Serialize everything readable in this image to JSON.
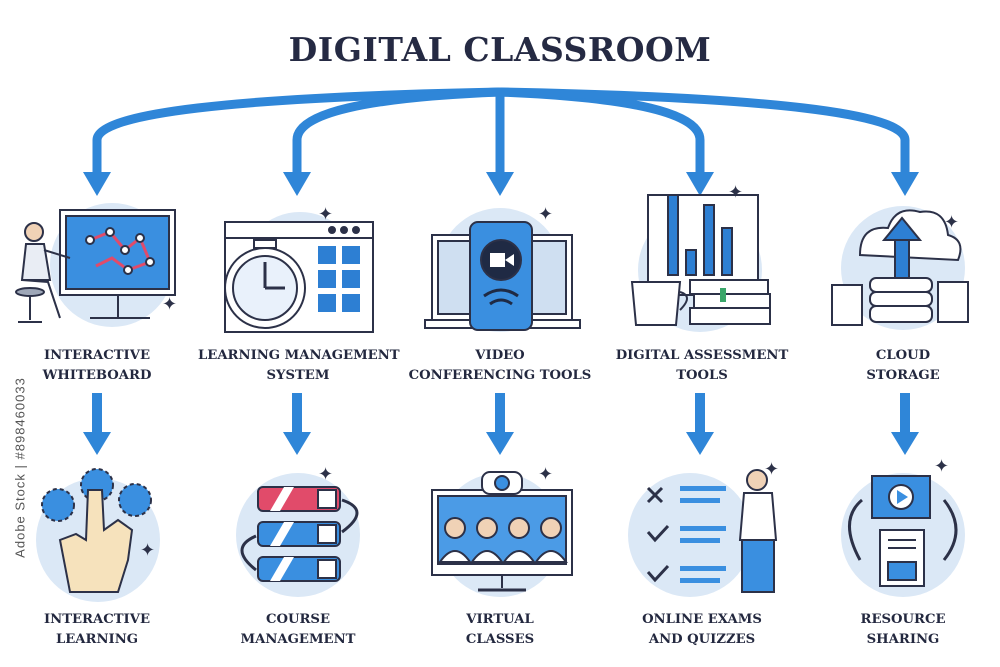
{
  "title": "DIGITAL CLASSROOM",
  "side_text": "Adobe Stock | #898460033",
  "top_items": [
    {
      "line1": "INTERACTIVE",
      "line2": "WHITEBOARD"
    },
    {
      "line1": "LEARNING MANAGEMENT",
      "line2": "SYSTEM"
    },
    {
      "line1": "VIDEO",
      "line2": "CONFERENCING TOOLS"
    },
    {
      "line1": "DIGITAL ASSESSMENT",
      "line2": "TOOLS"
    },
    {
      "line1": "CLOUD",
      "line2": "STORAGE"
    }
  ],
  "bottom_items": [
    {
      "line1": "INTERACTIVE",
      "line2": "LEARNING"
    },
    {
      "line1": "COURSE",
      "line2": "MANAGEMENT"
    },
    {
      "line1": "VIRTUAL",
      "line2": "CLASSES"
    },
    {
      "line1": "ONLINE EXAMS",
      "line2": "AND QUIZZES"
    },
    {
      "line1": "RESOURCE",
      "line2": "SHARING"
    }
  ],
  "colors": {
    "arrow": "#2f86d8",
    "outline": "#2c3148",
    "circle": "#dbe8f6",
    "accent": "#2d7fd3"
  }
}
